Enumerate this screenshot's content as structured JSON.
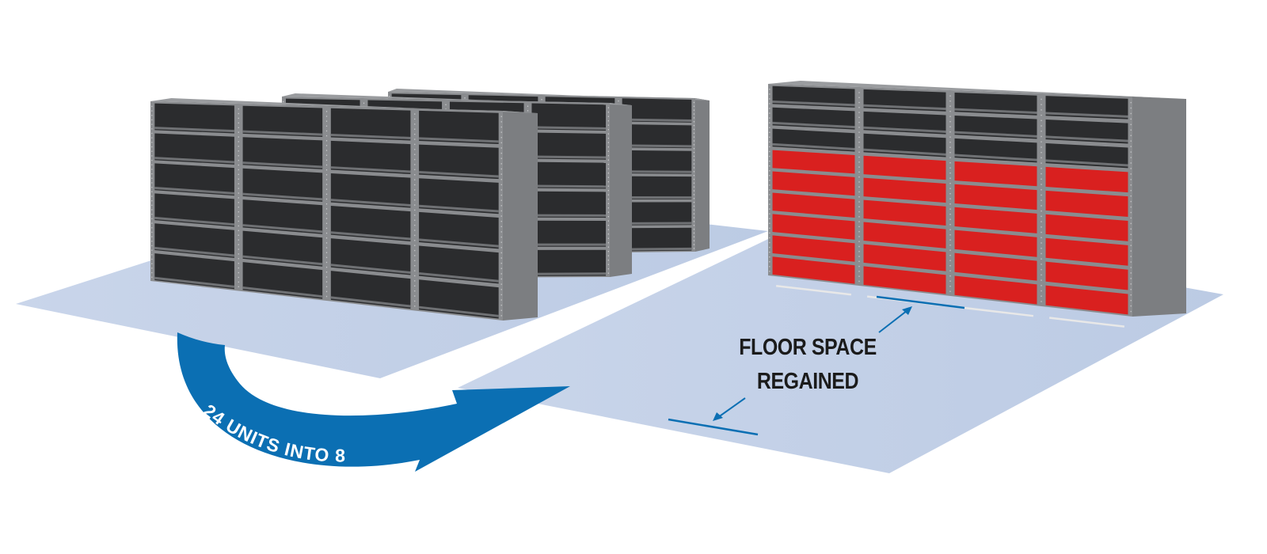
{
  "arrow_label": "24 UNITS INTO 8",
  "callout": {
    "line1": "FLOOR SPACE",
    "line2": "REGAINED"
  },
  "colors": {
    "floor": "#c3d0e6",
    "arrow": "#0b6fb3",
    "dimension_lines": "#0b6fb3",
    "cabinet_frame": "#8a8c8f",
    "shelf_interior": "#2b2c2e",
    "drawer": "#d9201f"
  },
  "icons": {
    "arrow": "curved-arrow-icon",
    "dimension_arrows": "double-arrow-icon"
  }
}
